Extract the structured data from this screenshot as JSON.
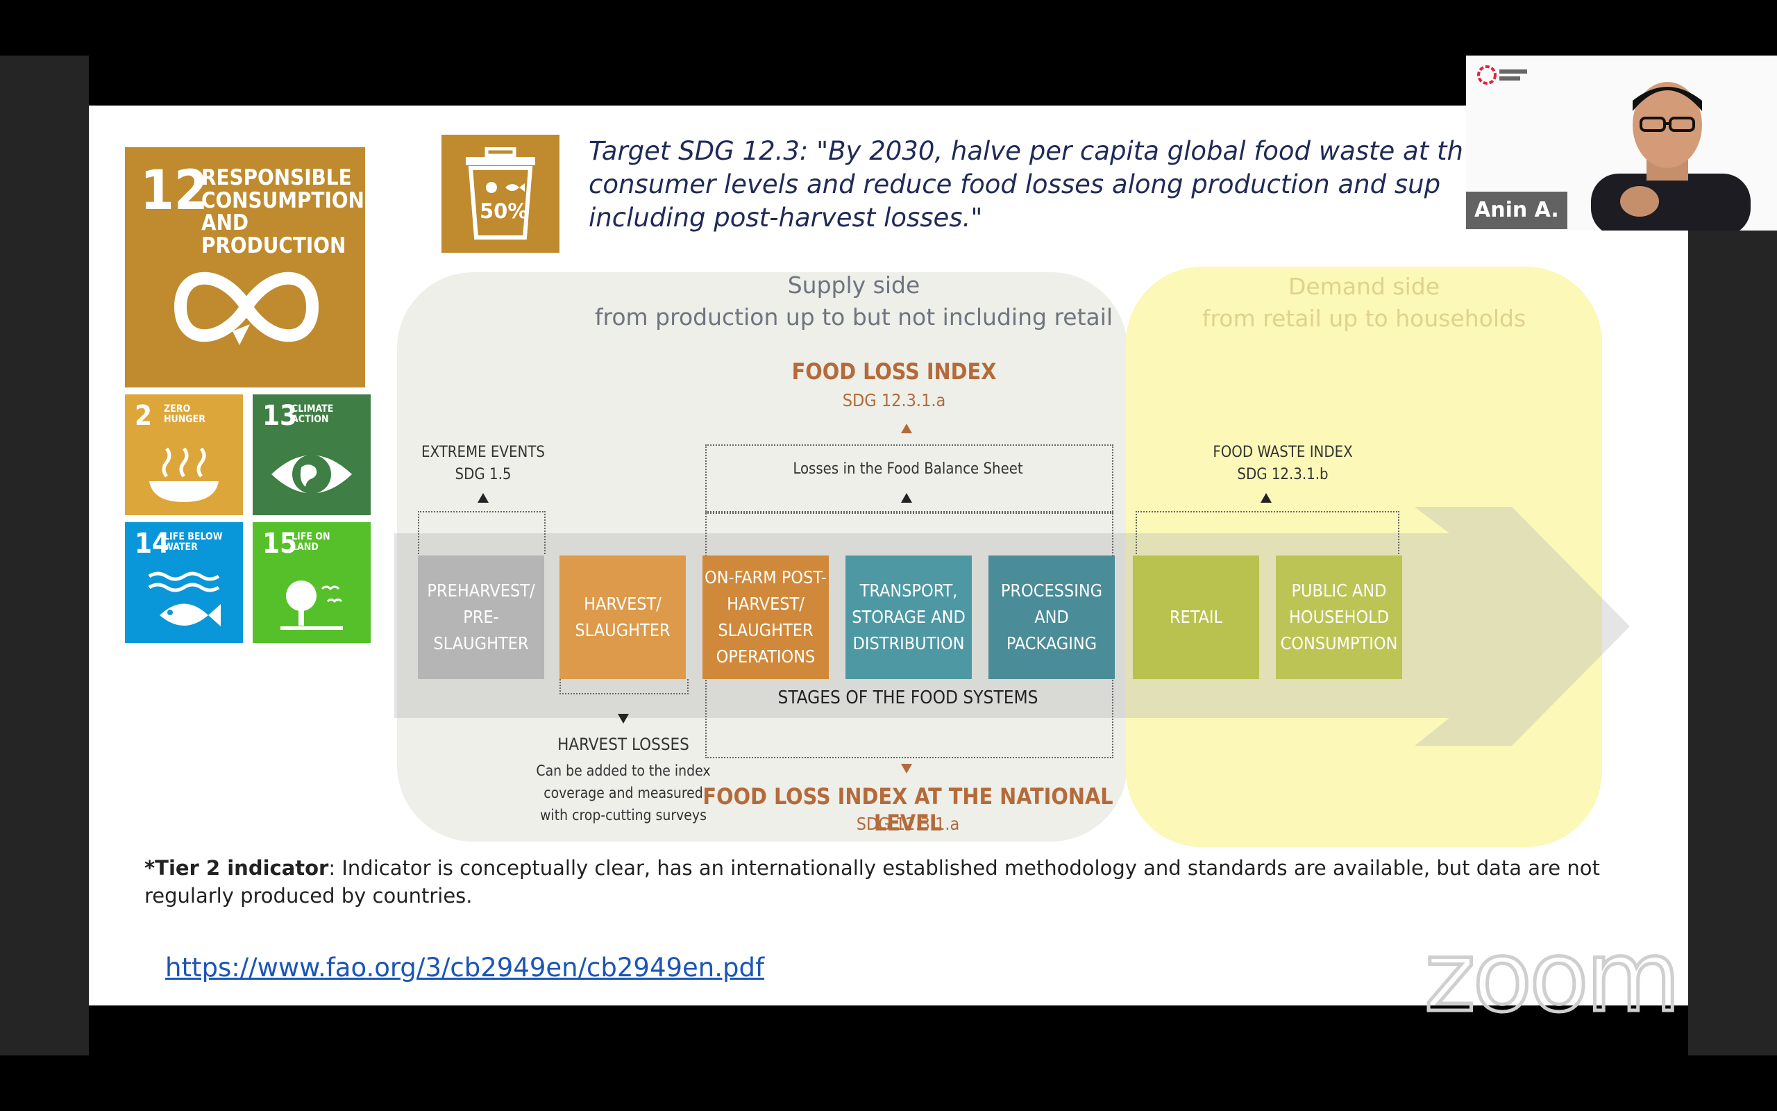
{
  "meeting": {
    "participant_name": "Anin A.",
    "watermark": "zoom"
  },
  "slide": {
    "sdg_tiles": {
      "main": {
        "number": "12",
        "label": "RESPONSIBLE CONSUMPTION AND PRODUCTION"
      },
      "t2": {
        "number": "2",
        "label": "ZERO HUNGER"
      },
      "t13": {
        "number": "13",
        "label": "CLIMATE ACTION"
      },
      "t14": {
        "number": "14",
        "label": "LIFE BELOW WATER"
      },
      "t15": {
        "number": "15",
        "label": "LIFE ON LAND"
      }
    },
    "bin_icon_label": "50%",
    "target_text": "Target SDG 12.3: \"By 2030, halve per capita global food waste at th\nconsumer levels and reduce food losses along production and sup\nincluding post-harvest losses.\"",
    "supply": {
      "title_line1": "Supply side",
      "title_line2": "from production  up to but not including retail"
    },
    "demand": {
      "title_line1": "Demand side",
      "title_line2": "from retail up to households"
    },
    "food_loss_index": {
      "title": "FOOD LOSS INDEX",
      "code": "SDG 12.3.1.a"
    },
    "extreme_events": {
      "title": "EXTREME EVENTS",
      "code": "SDG 1.5"
    },
    "food_balance": "Losses in the Food Balance Sheet",
    "food_waste_index": {
      "title": "FOOD WASTE INDEX",
      "code": "SDG 12.3.1.b"
    },
    "stages": [
      {
        "label": "PREHARVEST/ PRE-SLAUGHTER",
        "color": "#b5b5b5"
      },
      {
        "label": "HARVEST/ SLAUGHTER",
        "color": "#dc9a4a"
      },
      {
        "label": "ON-FARM POST-HARVEST/ SLAUGHTER OPERATIONS",
        "color": "#d0893a"
      },
      {
        "label": "TRANSPORT, STORAGE AND DISTRIBUTION",
        "color": "#4d98a3"
      },
      {
        "label": "PROCESSING AND PACKAGING",
        "color": "#4a8c97"
      },
      {
        "label": "RETAIL",
        "color": "#b9c24e"
      },
      {
        "label": "PUBLIC AND HOUSEHOLD CONSUMPTION",
        "color": "#bcc455"
      }
    ],
    "stages_caption": "STAGES OF THE FOOD SYSTEMS",
    "harvest_losses": {
      "title": "HARVEST LOSSES",
      "line1": "Can be added to the index",
      "line2": "coverage and measured",
      "line3": "with crop-cutting surveys"
    },
    "national_index": {
      "title": "FOOD LOSS INDEX AT THE NATIONAL LEVEL",
      "code": "SDG 12.3.1.a"
    },
    "footnote_bold": "*Tier 2 indicator",
    "footnote_text": ": Indicator is conceptually clear, has an internationally established methodology and standards are available, but data are not regularly produced by countries.",
    "link": "https://www.fao.org/3/cb2949en/cb2949en.pdf"
  }
}
